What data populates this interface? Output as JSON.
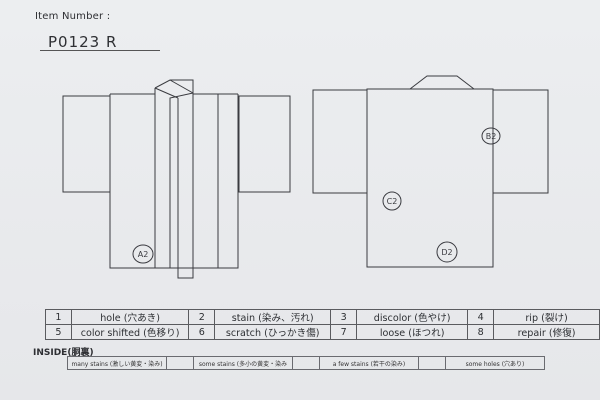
{
  "header": {
    "item_number_label": "Item Number :",
    "item_code": "P0123   R"
  },
  "markings": {
    "front": "A2",
    "back_upper": "B2",
    "back_left": "C2",
    "back_bottom": "D2"
  },
  "defect_legend": [
    {
      "number": "1",
      "label": "hole (穴あき)"
    },
    {
      "number": "2",
      "label": "stain (染み、汚れ)"
    },
    {
      "number": "3",
      "label": "discolor (色やけ)"
    },
    {
      "number": "4",
      "label": "rip (裂け)"
    },
    {
      "number": "5",
      "label": "color shifted (色移り)"
    },
    {
      "number": "6",
      "label": "scratch (ひっかき傷)"
    },
    {
      "number": "7",
      "label": "loose (ほつれ)"
    },
    {
      "number": "8",
      "label": "repair (修復)"
    }
  ],
  "inside": {
    "title": "INSIDE(胴裏)",
    "stains": [
      "many stains (激しい黄変・染み)",
      "some stains (多小の黄変・染み",
      "a few stains (若干の染み)",
      "some holes (穴あり)"
    ]
  }
}
